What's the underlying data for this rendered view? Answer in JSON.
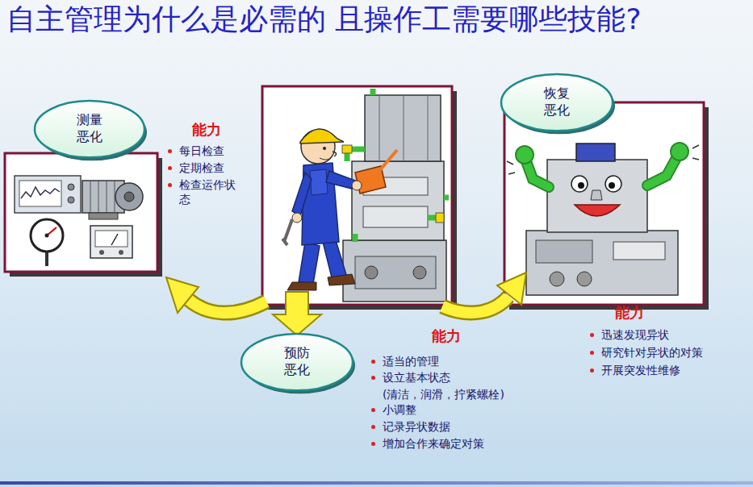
{
  "diagram": {
    "title": "自主管理为什么是必需的 且操作工需要哪些技能?",
    "nodes": [
      {
        "text": [
          "测量 恶化"
        ]
      },
      {
        "text": [
          "预防 恶化"
        ]
      },
      {
        "text": [
          "恢复 恶化"
        ]
      }
    ],
    "labels": [
      "能力",
      "每日检查",
      "定期检查",
      "检查运作状 态",
      "能力",
      "适当的管理",
      "设立基本状态",
      "(清洁，润滑，拧紧螺栓)",
      "小调整",
      "记录异状数据",
      "增加合作来确定对策",
      "能力",
      "迅速发现异状",
      "研究针对异状的对策",
      "开展突发性维修"
    ]
  }
}
